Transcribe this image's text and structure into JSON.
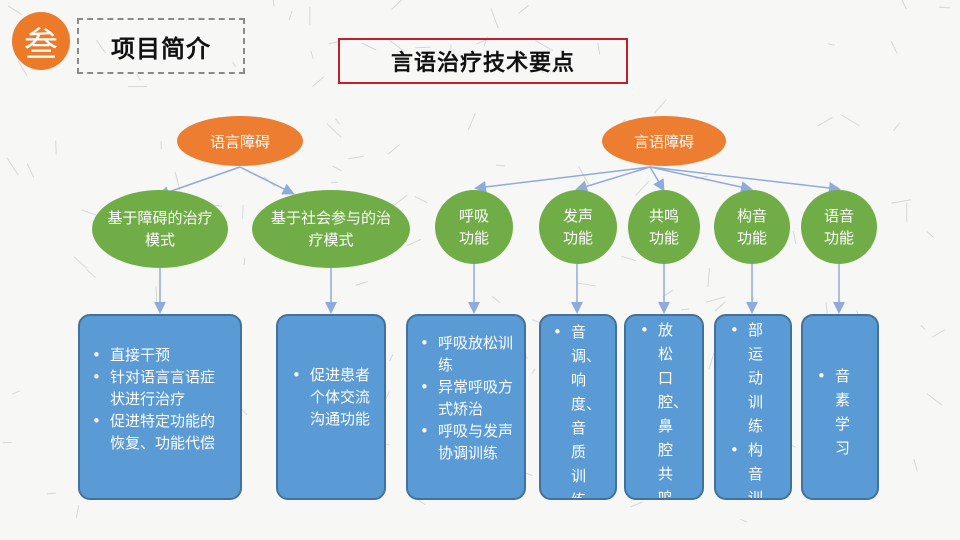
{
  "header": {
    "badge": "叁",
    "title": "项目简介"
  },
  "main_title": "言语治疗技术要点",
  "colors": {
    "orange": "#ed7d31",
    "green": "#70ad47",
    "blue": "#5b9bd5",
    "title_border": "#c0202a",
    "badge": "#ec7a28"
  },
  "left_group": {
    "root": "语言障碍",
    "children": [
      {
        "label": "基于障碍的治疗模式",
        "items": [
          "直接干预",
          "针对语言言语症状进行治疗",
          "促进特定功能的恢复、功能代偿"
        ]
      },
      {
        "label": "基于社会参与的治疗模式",
        "items": [
          "促进患者个体交流沟通功能"
        ]
      }
    ]
  },
  "right_group": {
    "root": "言语障碍",
    "children": [
      {
        "label": "呼吸功能",
        "items": [
          "呼吸放松训练",
          "异常呼吸方式矫治",
          "呼吸与发声协调训练"
        ]
      },
      {
        "label": "发声功能",
        "items": [
          "音调、响度、音质训练"
        ]
      },
      {
        "label": "共鸣功能",
        "items": [
          "放松口腔、鼻腔共鸣训练"
        ]
      },
      {
        "label": "构音功能",
        "items": [
          "部运动训练",
          "构音训练"
        ]
      },
      {
        "label": "语音功能",
        "items": [
          "音素学习"
        ]
      }
    ]
  }
}
